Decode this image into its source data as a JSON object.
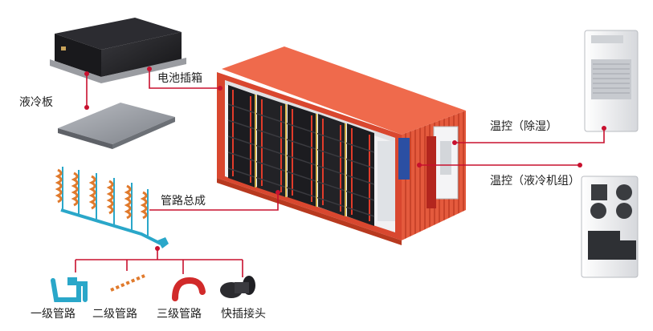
{
  "labels": {
    "battery_box": "电池插箱",
    "liquid_plate": "液冷板",
    "pipe_assembly": "管路总成",
    "temp_control_dehumid": "温控（除湿）",
    "temp_control_chiller": "温控（液冷机组）"
  },
  "components": [
    {
      "label": "一级管路"
    },
    {
      "label": "二级管路"
    },
    {
      "label": "三级管路"
    },
    {
      "label": "快插接头"
    }
  ],
  "colors": {
    "container": "#e8553a",
    "leader_line": "#c8102e",
    "battery_dark": "#1e1e22",
    "pipe_blue": "#2aa7c9",
    "pipe_orange": "#e07a2c"
  }
}
